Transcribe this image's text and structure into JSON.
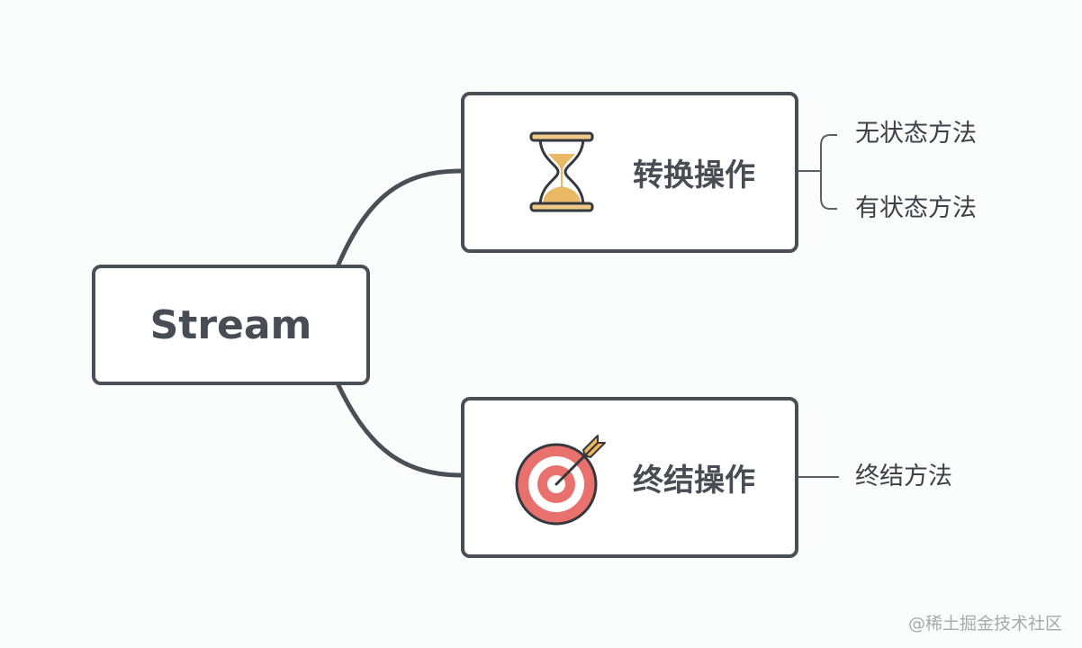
{
  "root": {
    "label": "Stream"
  },
  "branches": [
    {
      "label": "转换操作",
      "icon": "hourglass-icon",
      "children": [
        {
          "label": "无状态方法"
        },
        {
          "label": "有状态方法"
        }
      ]
    },
    {
      "label": "终结操作",
      "icon": "target-icon",
      "children": [
        {
          "label": "终结方法"
        }
      ]
    }
  ],
  "watermark": "@稀土掘金技术社区",
  "colors": {
    "border": "#4a4e55",
    "text": "#484c53",
    "connector": "#4a4e55",
    "leaf_line": "#5d6066",
    "hourglass_frame": "#35383e",
    "hourglass_cap": "#f1ca8a",
    "hourglass_sand": "#e9b865",
    "target_red": "#e8706d",
    "target_white": "#ffffff",
    "arrow_feather": "#f0b85c"
  }
}
